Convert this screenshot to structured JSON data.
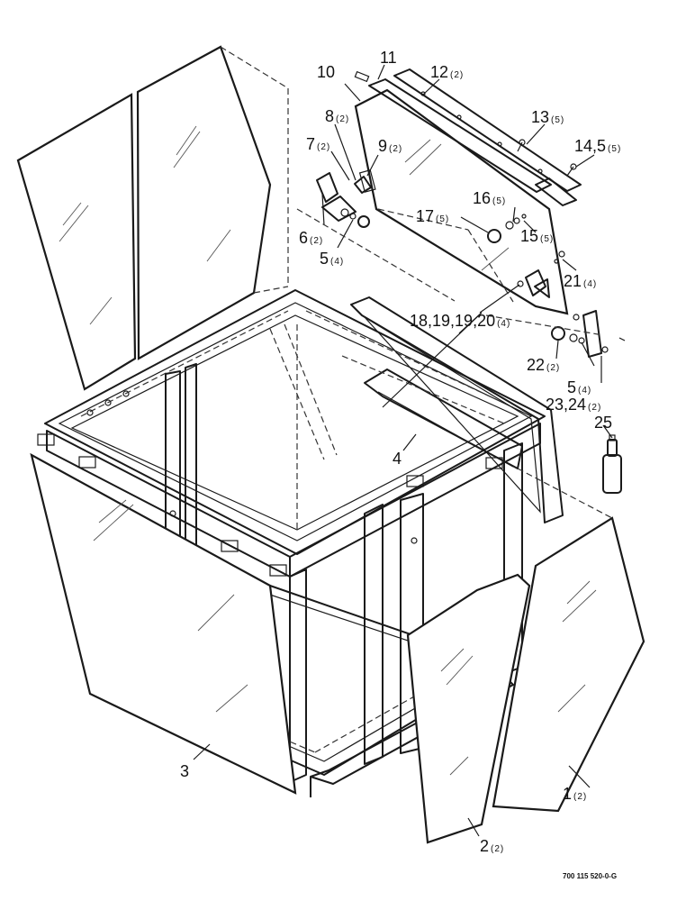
{
  "callouts": [
    {
      "id": "1",
      "number": "1",
      "qty": "(2)"
    },
    {
      "id": "2",
      "number": "2",
      "qty": "(2)"
    },
    {
      "id": "3",
      "number": "3",
      "qty": ""
    },
    {
      "id": "4",
      "number": "4",
      "qty": ""
    },
    {
      "id": "5a",
      "number": "5",
      "qty": "(4)"
    },
    {
      "id": "5b",
      "number": "5",
      "qty": "(4)"
    },
    {
      "id": "6",
      "number": "6",
      "qty": "(2)"
    },
    {
      "id": "7",
      "number": "7",
      "qty": "(2)"
    },
    {
      "id": "8",
      "number": "8",
      "qty": "(2)"
    },
    {
      "id": "9",
      "number": "9",
      "qty": "(2)"
    },
    {
      "id": "10",
      "number": "10",
      "qty": ""
    },
    {
      "id": "11",
      "number": "11",
      "qty": ""
    },
    {
      "id": "12",
      "number": "12",
      "qty": "(2)"
    },
    {
      "id": "13",
      "number": "13",
      "qty": "(5)"
    },
    {
      "id": "14",
      "number": "14,5",
      "qty": "(5)"
    },
    {
      "id": "15",
      "number": "15",
      "qty": "(5)"
    },
    {
      "id": "16",
      "number": "16",
      "qty": "(5)"
    },
    {
      "id": "17",
      "number": "17",
      "qty": "(5)"
    },
    {
      "id": "18",
      "number": "18,19,19,20",
      "qty": "(4)"
    },
    {
      "id": "21",
      "number": "21",
      "qty": "(4)"
    },
    {
      "id": "22",
      "number": "22",
      "qty": "(2)"
    },
    {
      "id": "23",
      "number": "23,24",
      "qty": "(2)"
    },
    {
      "id": "25",
      "number": "25",
      "qty": ""
    }
  ],
  "document_number": "700 115 520-0-G"
}
